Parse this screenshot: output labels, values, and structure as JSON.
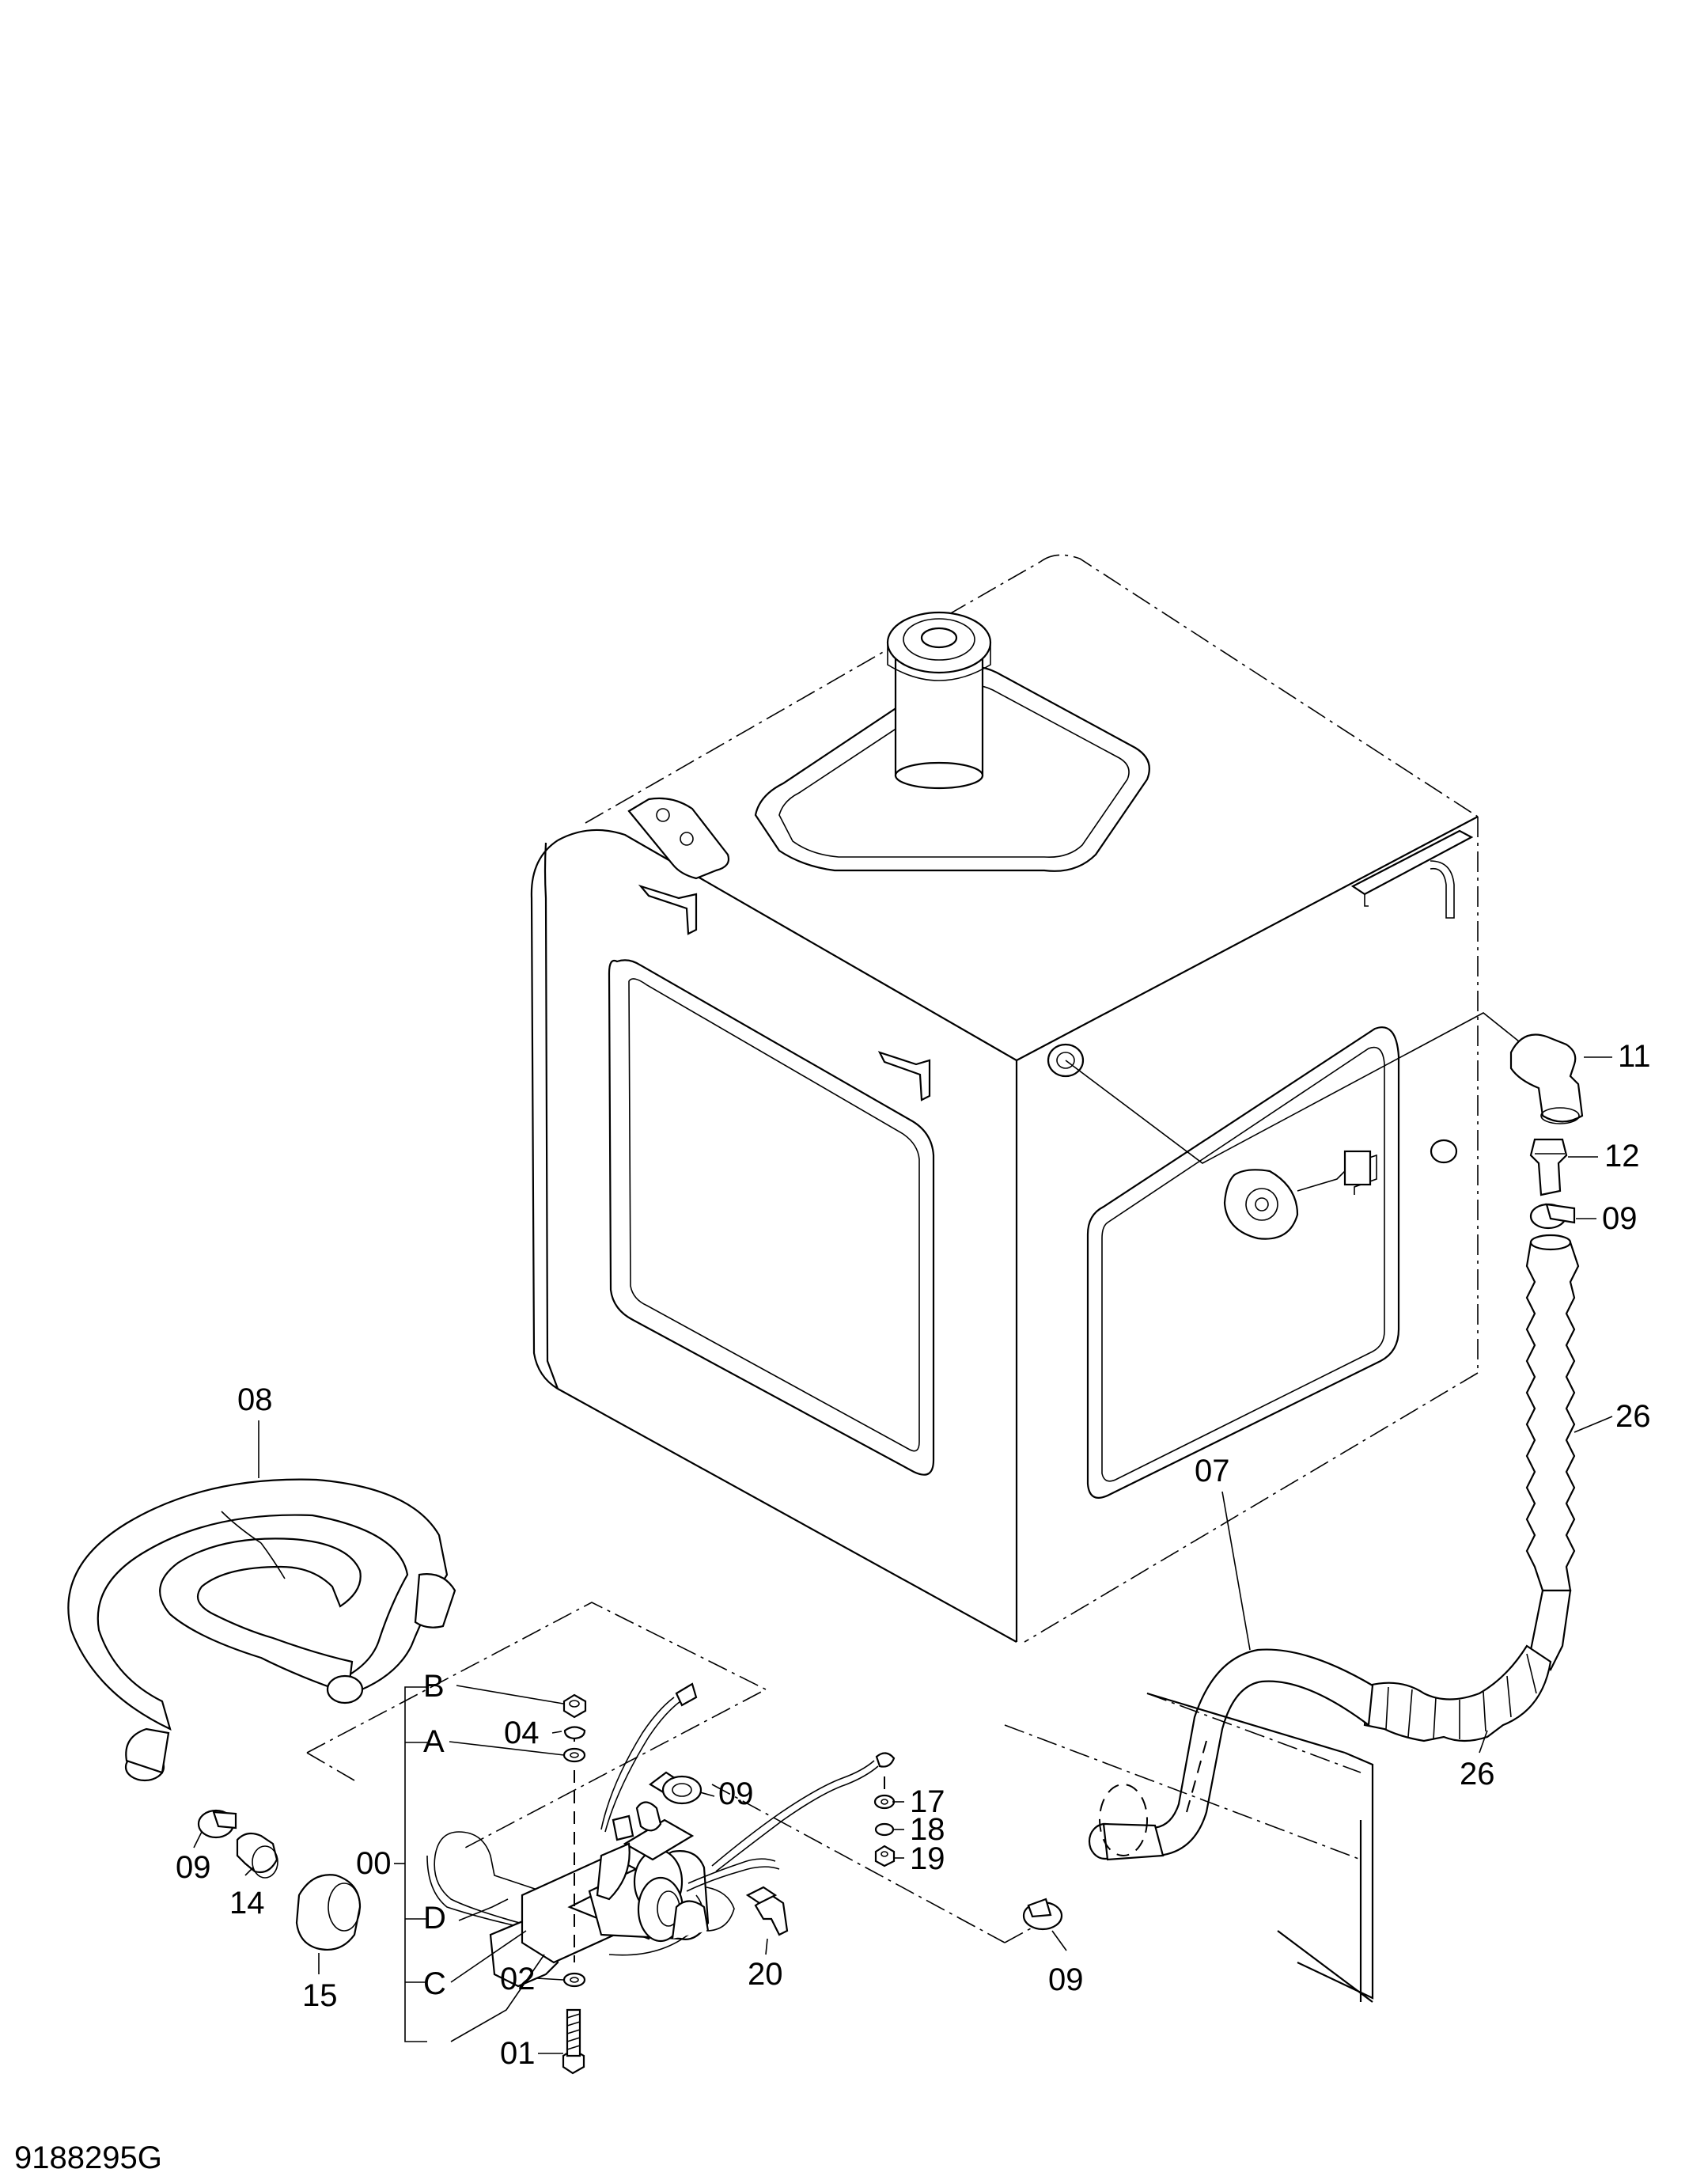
{
  "drawing": {
    "doc_number": "9188295G",
    "callouts": [
      {
        "key": "c11",
        "label": "11"
      },
      {
        "key": "c12",
        "label": "12"
      },
      {
        "key": "c09a",
        "label": "09"
      },
      {
        "key": "c26a",
        "label": "26"
      },
      {
        "key": "c08",
        "label": "08"
      },
      {
        "key": "c07",
        "label": "07"
      },
      {
        "key": "c26b",
        "label": "26"
      },
      {
        "key": "cB",
        "label": "B"
      },
      {
        "key": "c04",
        "label": "04"
      },
      {
        "key": "cA",
        "label": "A"
      },
      {
        "key": "c09b",
        "label": "09"
      },
      {
        "key": "c17",
        "label": "17"
      },
      {
        "key": "c18",
        "label": "18"
      },
      {
        "key": "c19",
        "label": "19"
      },
      {
        "key": "c00",
        "label": "00"
      },
      {
        "key": "c09c",
        "label": "09"
      },
      {
        "key": "c14",
        "label": "14"
      },
      {
        "key": "c15",
        "label": "15"
      },
      {
        "key": "cD",
        "label": "D"
      },
      {
        "key": "c20",
        "label": "20"
      },
      {
        "key": "c09d",
        "label": "09"
      },
      {
        "key": "cC",
        "label": "C"
      },
      {
        "key": "c02",
        "label": "02"
      },
      {
        "key": "c01",
        "label": "01"
      }
    ]
  }
}
